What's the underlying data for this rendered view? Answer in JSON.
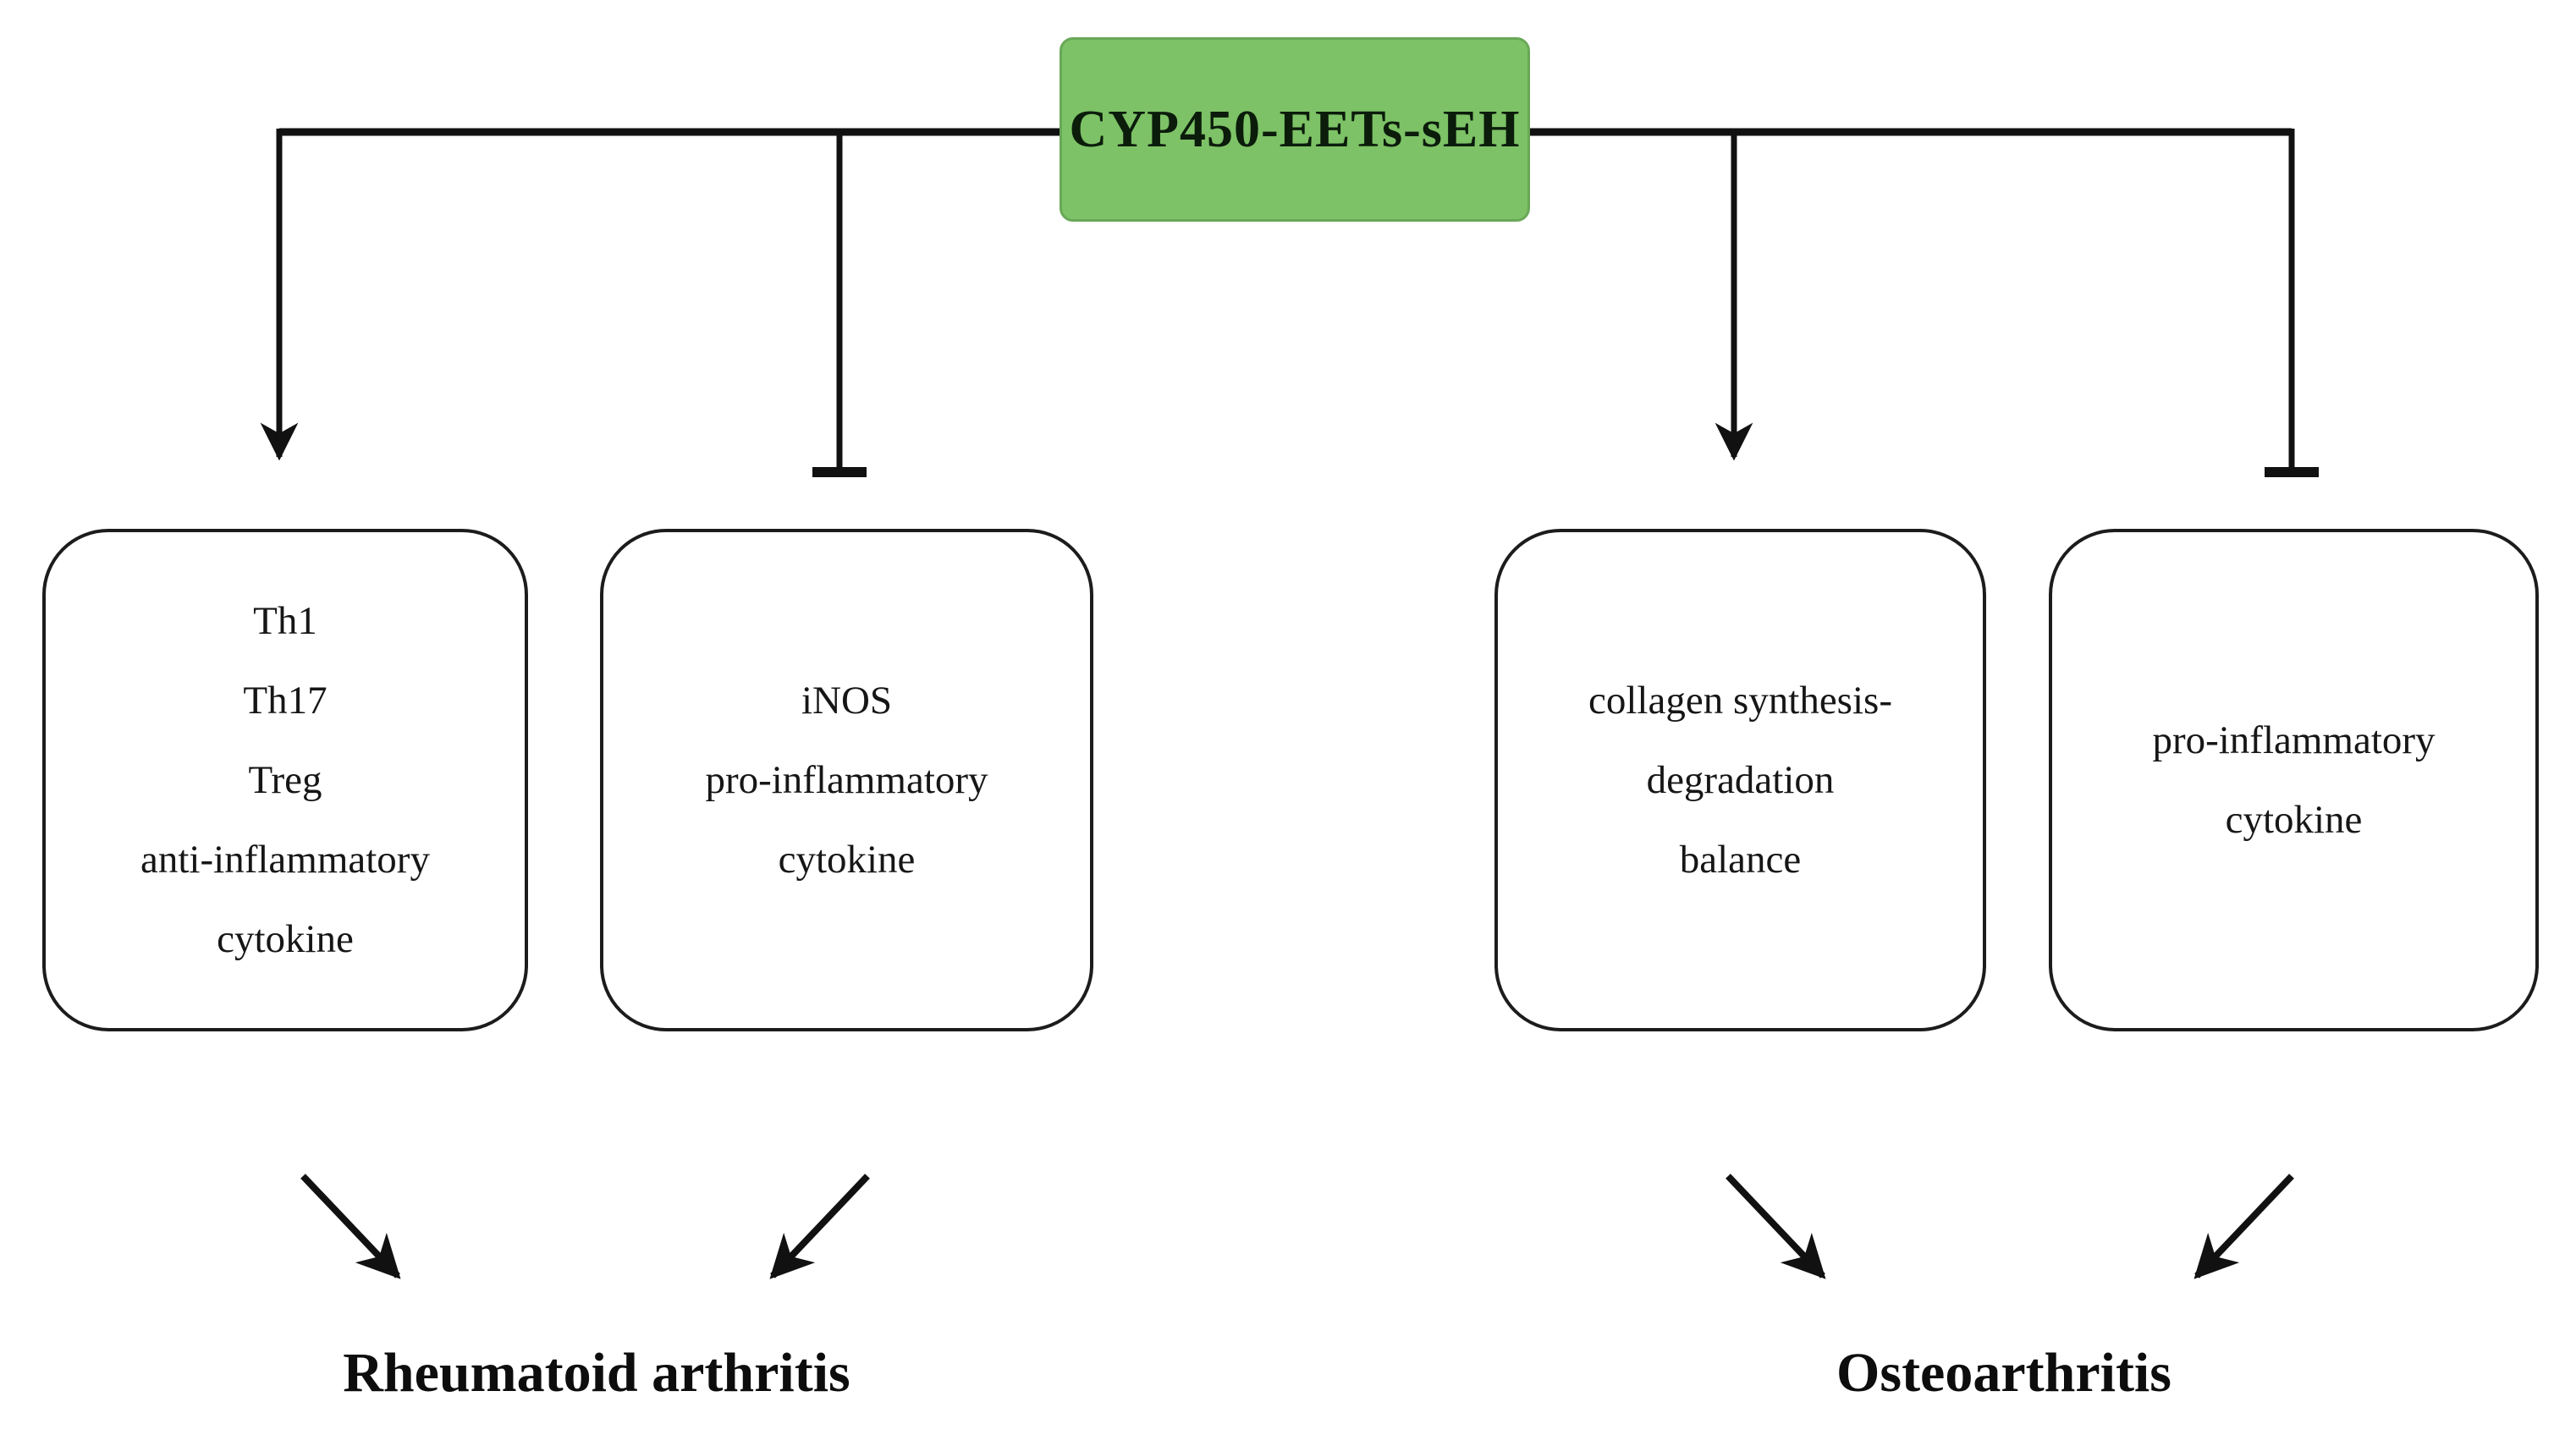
{
  "figure": {
    "source_node": {
      "label": "CYP450-EETs-sEH"
    },
    "left_branch": {
      "disease": "Rheumatoid arthritis",
      "nodes": [
        {
          "effect": "activation-arrow",
          "lines": [
            "Th1",
            "Th17",
            "Treg",
            "anti-inflammatory",
            "cytokine"
          ]
        },
        {
          "effect": "inhibition-tbar",
          "lines": [
            "iNOS",
            "pro-inflammatory",
            "cytokine"
          ]
        }
      ]
    },
    "right_branch": {
      "disease": "Osteoarthritis",
      "nodes": [
        {
          "effect": "activation-arrow",
          "lines": [
            "collagen synthesis-",
            "degradation",
            "balance"
          ]
        },
        {
          "effect": "inhibition-tbar",
          "lines": [
            "pro-inflammatory",
            "cytokine"
          ]
        }
      ]
    },
    "colors": {
      "node_fill": "#7dc266",
      "node_text": "#0b1c0b",
      "line": "#111111",
      "box_border": "#1c1c1c",
      "background": "#ffffff"
    }
  }
}
